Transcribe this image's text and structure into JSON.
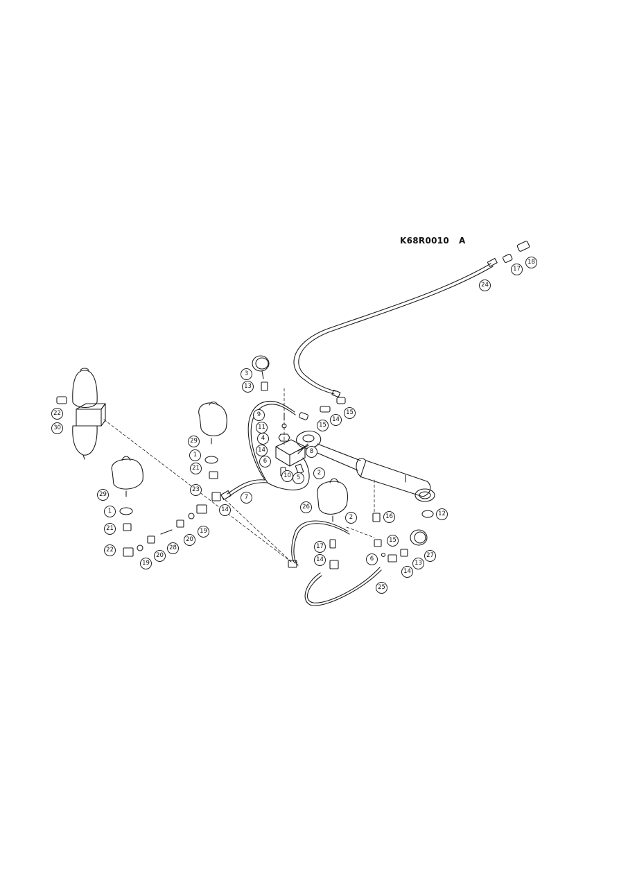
{
  "drawing": {
    "code": "K68R0010",
    "revision": "A"
  },
  "callouts": [
    "18",
    "17",
    "24",
    "3",
    "13",
    "15",
    "14",
    "15",
    "22",
    "9",
    "11",
    "30",
    "29",
    "4",
    "8",
    "14",
    "1",
    "6",
    "10",
    "5",
    "2",
    "21",
    "7",
    "23",
    "14",
    "29",
    "26",
    "2",
    "12",
    "1",
    "16",
    "21",
    "19",
    "15",
    "20",
    "28",
    "17",
    "27",
    "22",
    "19",
    "20",
    "14",
    "6",
    "13",
    "14",
    "25"
  ],
  "colors": {
    "line": "#1a1a1a",
    "paper": "#ffffff"
  }
}
